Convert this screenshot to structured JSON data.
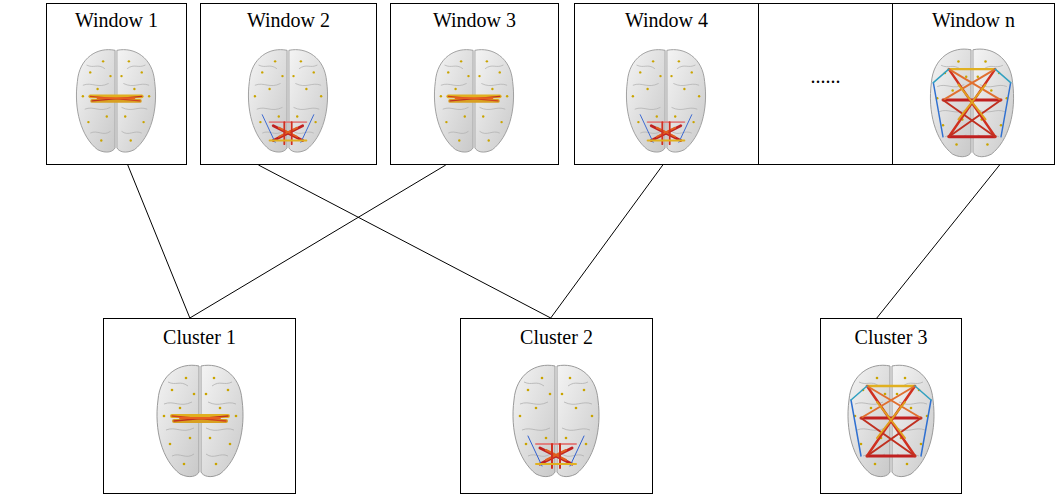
{
  "diagram": {
    "nodes": [
      {
        "text": [
          "Window 1"
        ]
      },
      {
        "text": [
          "Window 2"
        ]
      },
      {
        "text": [
          "Window 3"
        ]
      },
      {
        "text": [
          "Window 4"
        ]
      },
      {
        "text": [
          "......"
        ]
      },
      {
        "text": [
          "Window n"
        ]
      },
      {
        "text": [
          "Cluster 1"
        ]
      },
      {
        "text": [
          "Cluster 2"
        ]
      },
      {
        "text": [
          "Cluster 3"
        ]
      }
    ],
    "edges": [
      {
        "from": 0,
        "to": 6,
        "arrow": "none"
      },
      {
        "from": 1,
        "to": 7,
        "arrow": "none"
      },
      {
        "from": 2,
        "to": 6,
        "arrow": "none"
      },
      {
        "from": 3,
        "to": 7,
        "arrow": "none"
      },
      {
        "from": 5,
        "to": 8,
        "arrow": "none"
      }
    ]
  }
}
